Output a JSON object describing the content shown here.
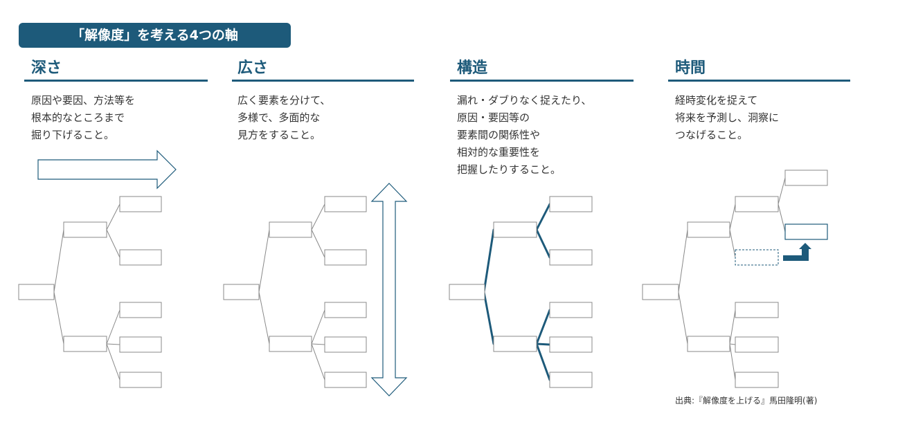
{
  "title": "「解像度」を考える4つの軸",
  "columns": [
    {
      "heading": "深さ",
      "description": "原因や要因、方法等を\n根本的なところまで\n掘り下げること。"
    },
    {
      "heading": "広さ",
      "description": "広く要素を分けて、\n多様で、多面的な\n見方をすること。"
    },
    {
      "heading": "構造",
      "description": "漏れ・ダブりなく捉えたり、\n原因・要因等の\n要素間の関係性や\n相対的な重要性を\n把握したりすること。"
    },
    {
      "heading": "時間",
      "description": "経時変化を捉えて\n将来を予測し、洞察に\nつなげること。"
    }
  ],
  "source": "出典:『解像度を上げる』馬田隆明(著)",
  "colors": {
    "accent": "#1d5a7a",
    "line": "#888888"
  }
}
